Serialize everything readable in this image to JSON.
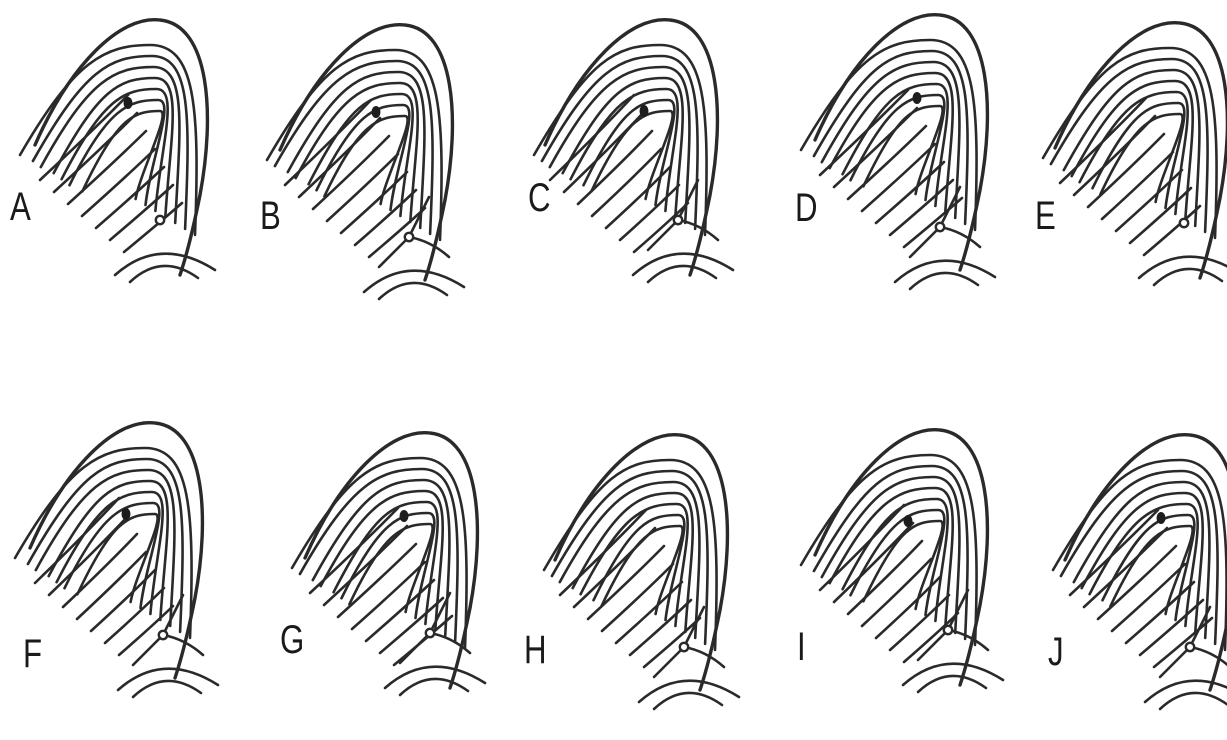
{
  "panels": [
    {
      "label": "A",
      "core_dot": true,
      "delta_style": "isolated",
      "variant": 0
    },
    {
      "label": "B",
      "core_dot": true,
      "delta_style": "branched",
      "variant": 1
    },
    {
      "label": "C",
      "core_dot": true,
      "delta_style": "branched",
      "variant": 2
    },
    {
      "label": "D",
      "core_dot": true,
      "delta_style": "branched",
      "variant": 3
    },
    {
      "label": "E",
      "core_dot": false,
      "delta_style": "isolated",
      "variant": 4
    },
    {
      "label": "F",
      "core_dot": true,
      "delta_style": "branched",
      "variant": 5
    },
    {
      "label": "G",
      "core_dot": true,
      "delta_style": "branched",
      "variant": 6
    },
    {
      "label": "H",
      "core_dot": false,
      "delta_style": "branched",
      "variant": 7
    },
    {
      "label": "I",
      "core_dot": true,
      "delta_style": "branched",
      "variant": 8
    },
    {
      "label": "J",
      "core_dot": true,
      "delta_style": "branched",
      "variant": 9
    }
  ],
  "colors": {
    "ridge": "#2a2a2a",
    "background": "#ffffff",
    "label": "#1a1a1a"
  }
}
